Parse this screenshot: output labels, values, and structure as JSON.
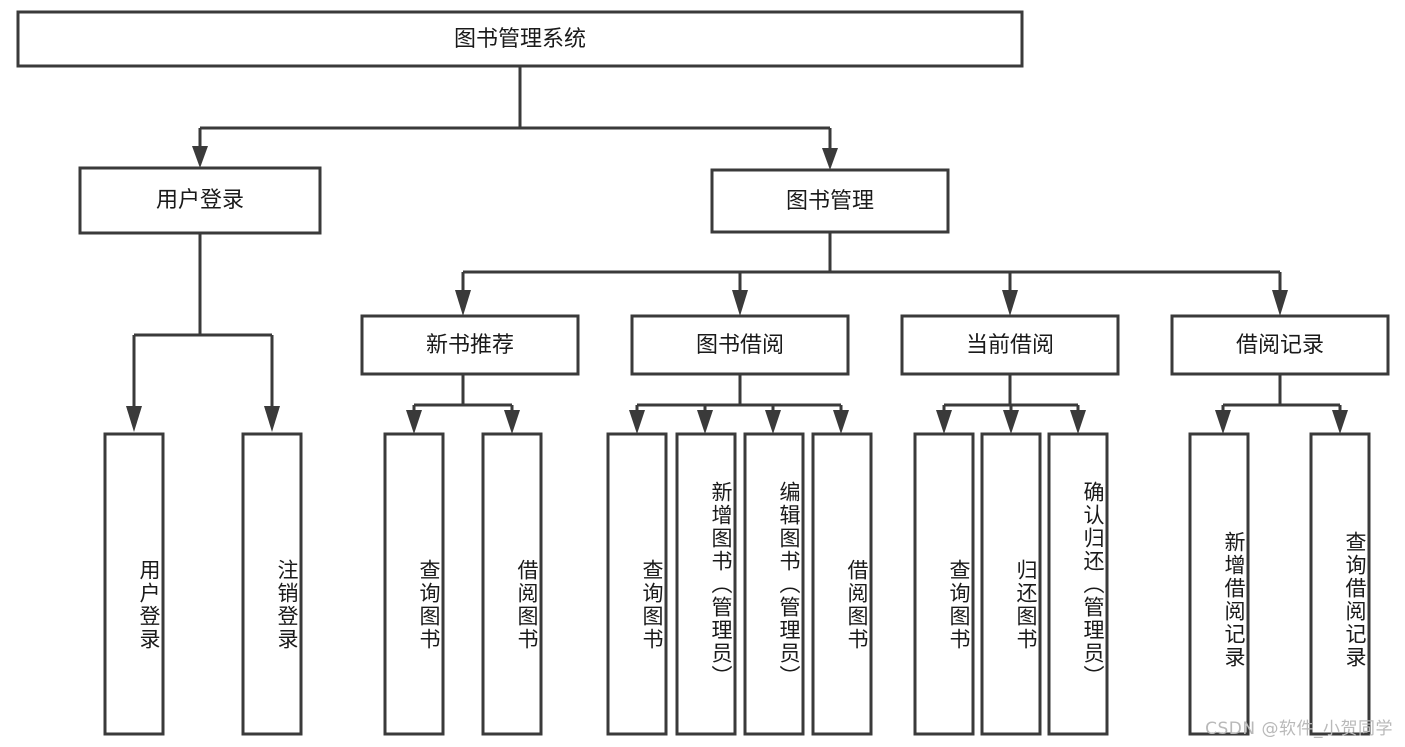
{
  "diagram": {
    "title": "图书管理系统",
    "watermark": "CSDN @软件_小贺同学",
    "type": "hierarchy-tree",
    "colors": {
      "stroke": "#3a3a3a",
      "fill": "#ffffff",
      "text": "#1a1a1a",
      "watermark": "#b9b9b9"
    },
    "levels": {
      "root": {
        "label": "图书管理系统"
      },
      "level2": [
        {
          "label": "用户登录"
        },
        {
          "label": "图书管理"
        }
      ],
      "level3": [
        {
          "label": "新书推荐"
        },
        {
          "label": "图书借阅"
        },
        {
          "label": "当前借阅"
        },
        {
          "label": "借阅记录"
        }
      ],
      "leaves": {
        "user_login": [
          {
            "label": "用户登录"
          },
          {
            "label": "注销登录"
          }
        ],
        "new_book_recommend": [
          {
            "label": "查询图书"
          },
          {
            "label": "借阅图书"
          }
        ],
        "book_borrow": [
          {
            "label": "查询图书"
          },
          {
            "label": "新增图书（管理员）"
          },
          {
            "label": "编辑图书（管理员）"
          },
          {
            "label": "借阅图书"
          }
        ],
        "current_borrow": [
          {
            "label": "查询图书"
          },
          {
            "label": "归还图书"
          },
          {
            "label": "确认归还（管理员）"
          }
        ],
        "borrow_record": [
          {
            "label": "新增借阅记录"
          },
          {
            "label": "查询借阅记录"
          }
        ]
      }
    }
  }
}
